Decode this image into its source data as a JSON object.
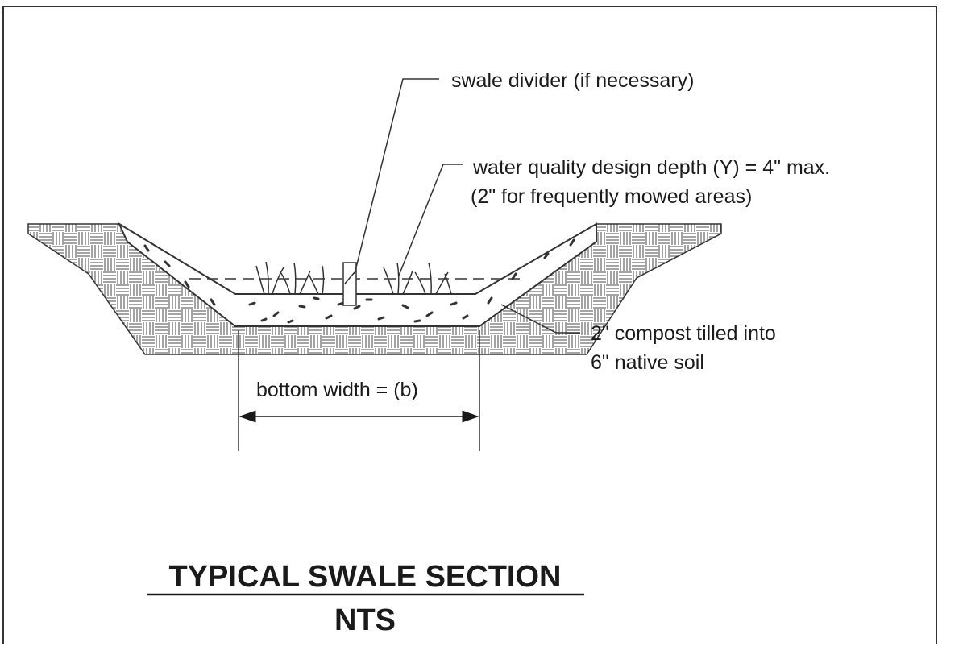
{
  "labels": {
    "divider": "swale divider (if necessary)",
    "depth_line1": "water quality design depth (Y) = 4\" max.",
    "depth_line2": "(2\" for frequently mowed areas)",
    "compost_line1": "2\" compost tilled into",
    "compost_line2": "6\" native soil",
    "bottom_width": "bottom width = (b)"
  },
  "title": {
    "main": "TYPICAL SWALE SECTION",
    "sub": "NTS"
  }
}
